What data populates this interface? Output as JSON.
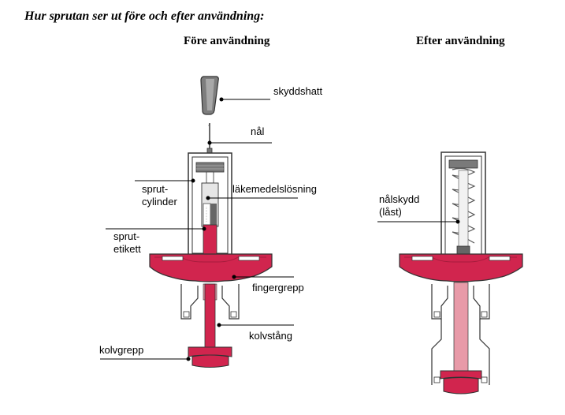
{
  "heading": "Hur sprutan ser ut före och efter användning:",
  "before_title": "Före användning",
  "after_title": "Efter användning",
  "labels": {
    "cap": "skyddshatt",
    "needle": "nål",
    "barrel_1": "sprut-",
    "barrel_2": "cylinder",
    "medicine": "läkemedelslösning",
    "syringe_label_1": "sprut-",
    "syringe_label_2": "etikett",
    "finger_grip": "fingergrepp",
    "plunger_rod": "kolvstång",
    "plunger_head": "kolvgrepp",
    "needle_guard_1": "nålskydd",
    "needle_guard_2": "(låst)"
  },
  "colors": {
    "grip_red": "#d1254e",
    "grip_shadow": "#a51c3c",
    "rod_pink": "#e89aa8",
    "barrel_gray": "#7a7a7a",
    "outline": "#333333"
  }
}
